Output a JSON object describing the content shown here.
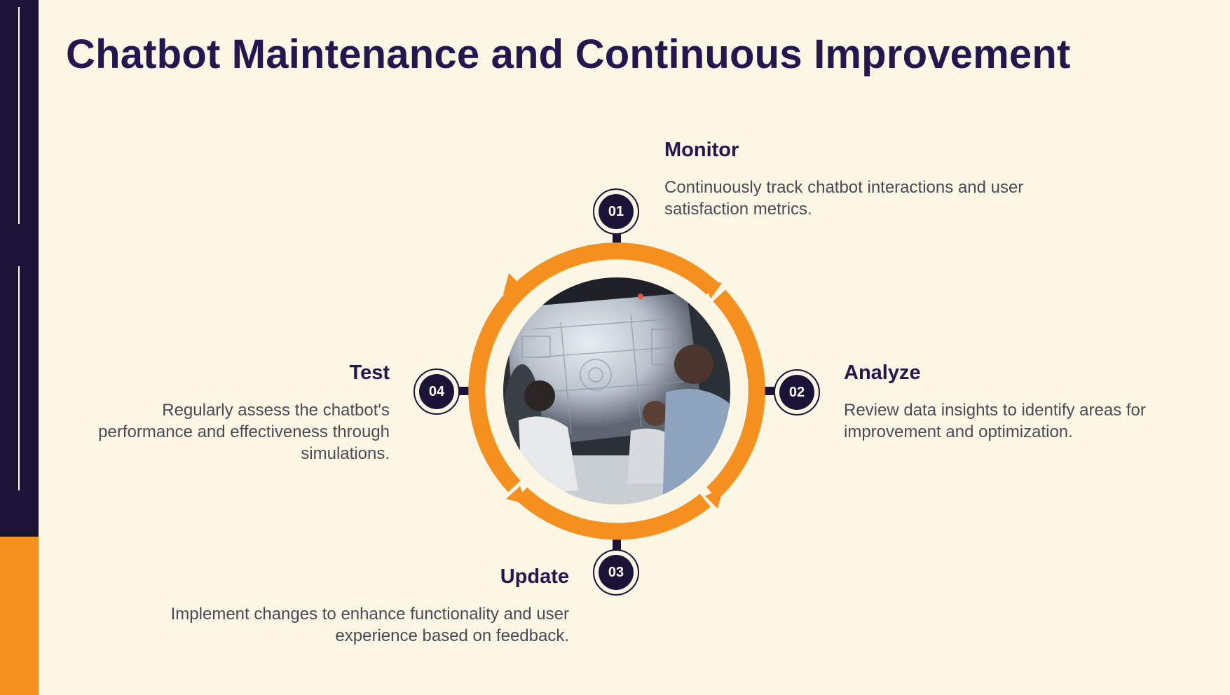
{
  "title": "Chatbot Maintenance and Continuous Improvement",
  "colors": {
    "navy": "#1c1437",
    "orange": "#f5901f",
    "background": "#fcf6e5",
    "title_text": "#24174f",
    "body_text": "#4a4a55"
  },
  "center_image": {
    "description_icon": "team-meeting-photo"
  },
  "steps": [
    {
      "number": "01",
      "title": "Monitor",
      "description": "Continuously track chatbot interactions and user satisfaction metrics."
    },
    {
      "number": "02",
      "title": "Analyze",
      "description": "Review data insights to identify areas for improvement and optimization."
    },
    {
      "number": "03",
      "title": "Update",
      "description": "Implement changes to enhance functionality and user experience based on feedback."
    },
    {
      "number": "04",
      "title": "Test",
      "description": "Regularly assess the chatbot's performance and effectiveness through simulations."
    }
  ]
}
